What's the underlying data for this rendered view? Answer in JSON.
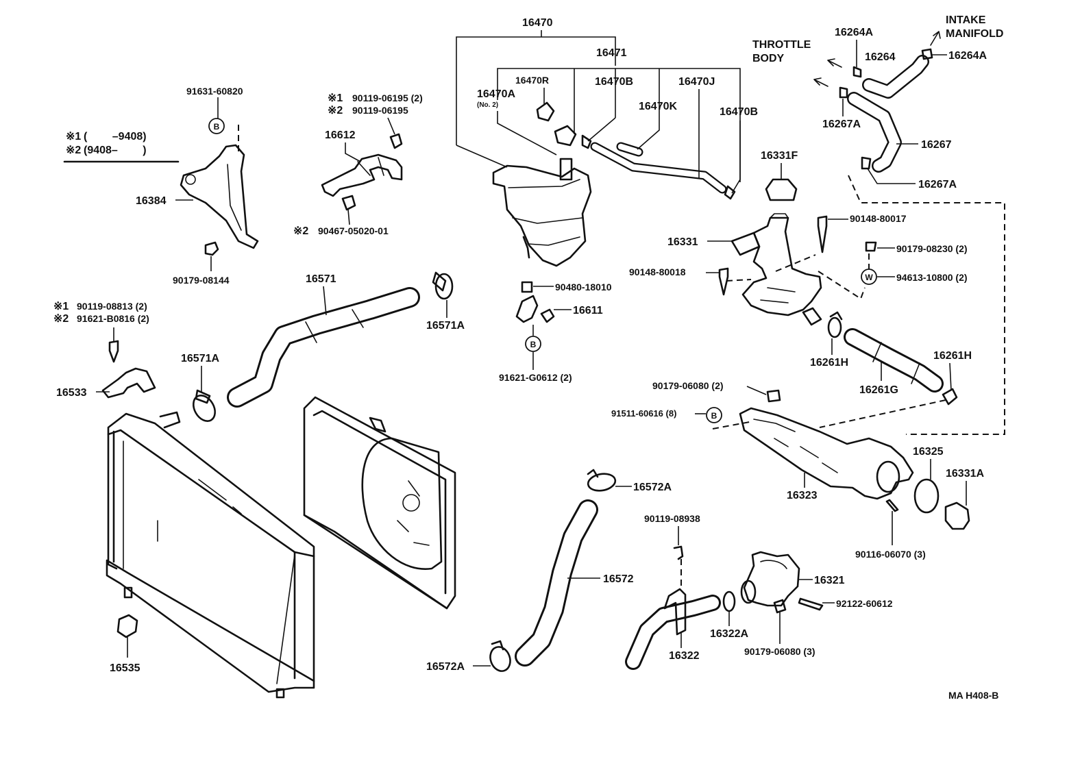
{
  "legend": {
    "note1_mark": "※1",
    "note1_range": "(　　 –9408)",
    "note2_mark": "※2",
    "note2_range": "(9408–　　 )"
  },
  "flow_labels": {
    "throttle_body": "THROTTLE BODY",
    "throttle_line1": "THROTTLE",
    "throttle_line2": "BODY",
    "intake_manifold": "INTAKE MANIFOLD",
    "intake_line1": "INTAKE",
    "intake_line2": "MANIFOLD"
  },
  "symbols": {
    "bolt_b": "B",
    "washer_w": "W"
  },
  "parts": {
    "p91631_60820": "91631-60820",
    "p16384": "16384",
    "p90179_08144": "90179-08144",
    "p90119_06195_a": "90119-06195 (2)",
    "p90119_06195_b": "90119-06195",
    "p16612": "16612",
    "p90467_05020_01": "90467-05020-01",
    "p16470": "16470",
    "p16471": "16471",
    "p16470R": "16470R",
    "p16470A": "16470A",
    "p16470A_note": "(No. 2)",
    "p16470B_a": "16470B",
    "p16470J": "16470J",
    "p16470K": "16470K",
    "p16470B_b": "16470B",
    "p16264A_a": "16264A",
    "p16264": "16264",
    "p16264A_b": "16264A",
    "p16267A_a": "16267A",
    "p16267": "16267",
    "p16267A_b": "16267A",
    "p16331F": "16331F",
    "p90148_80017": "90148-80017",
    "p16331": "16331",
    "p90179_08230": "90179-08230 (2)",
    "p90148_80018": "90148-80018",
    "p94613_10800": "94613-10800 (2)",
    "p90480_18010": "90480-18010",
    "p16611": "16611",
    "p91621_G0612": "91621-G0612 (2)",
    "p16571": "16571",
    "p16571A_a": "16571A",
    "p16571A_b": "16571A",
    "p90119_08813": "90119-08813 (2)",
    "p91621_B0816": "91621-B0816 (2)",
    "p16533": "16533",
    "p16261H_a": "16261H",
    "p16261H_b": "16261H",
    "p16261G": "16261G",
    "p90179_06080_2": "90179-06080 (2)",
    "p91511_60616": "91511-60616 (8)",
    "p16325": "16325",
    "p16331A": "16331A",
    "p16323": "16323",
    "p90116_06070": "90116-06070 (3)",
    "p16572A_a": "16572A",
    "p16572": "16572",
    "p16572A_b": "16572A",
    "p90119_08938": "90119-08938",
    "p16321": "16321",
    "p92122_60612": "92122-60612",
    "p16322A": "16322A",
    "p16322": "16322",
    "p90179_06080_3": "90179-06080 (3)",
    "p16535": "16535"
  },
  "figure_code": "MA H408-B"
}
